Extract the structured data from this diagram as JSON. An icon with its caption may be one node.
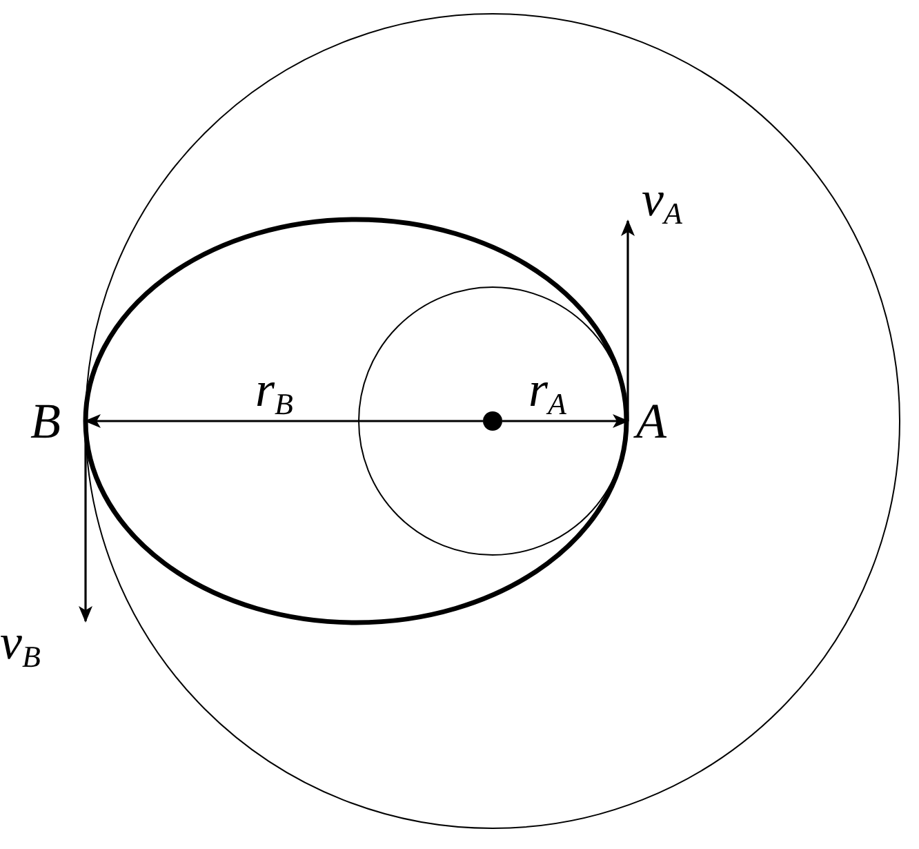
{
  "diagram": {
    "nodes": [
      {
        "text": [
          "B"
        ]
      },
      {
        "text": [
          "A"
        ]
      },
      {
        "text": [],
        "shape": "circle"
      }
    ],
    "edges": [
      {
        "from": 2,
        "to": 0,
        "arrow": "to",
        "label": "r$_{B}$"
      },
      {
        "from": 2,
        "to": 1,
        "arrow": "to",
        "label": "r$_{A}$"
      },
      {
        "from": 1,
        "to": null,
        "arrow": "to",
        "label": "v$_{A}$"
      },
      {
        "from": 0,
        "to": null,
        "arrow": "to",
        "label": "v$_{B}$"
      }
    ]
  }
}
